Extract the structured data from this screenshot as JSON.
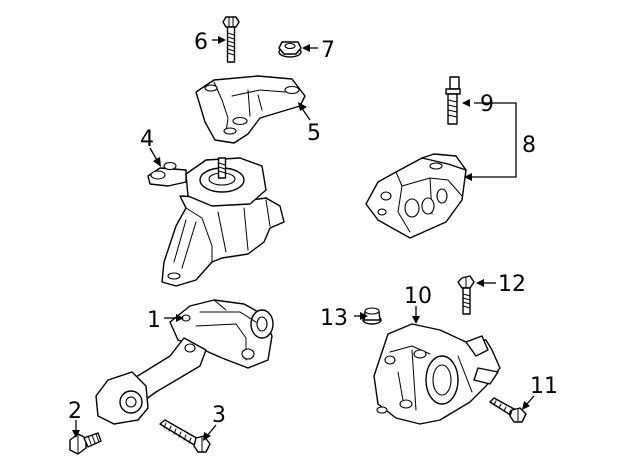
{
  "callouts": {
    "c1": "1",
    "c2": "2",
    "c3": "3",
    "c4": "4",
    "c5": "5",
    "c6": "6",
    "c7": "7",
    "c8": "8",
    "c9": "9",
    "c10": "10",
    "c11": "11",
    "c12": "12",
    "c13": "13"
  },
  "style": {
    "line_color": "#000000",
    "background": "#ffffff"
  }
}
